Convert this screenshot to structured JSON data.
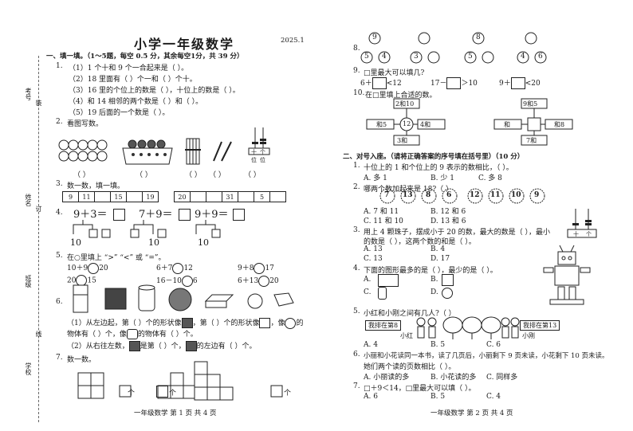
{
  "header": {
    "title": "小学一年级数学",
    "date": "2025.1"
  },
  "binding": {
    "kaohao": "考号",
    "xingming": "姓名",
    "banji": "班级",
    "xuexiao": "学校",
    "zhuang": "装",
    "ding": "订",
    "xian": "线"
  },
  "part1": {
    "heading": "一、填一填。（1～5题，每空 0.5 分，其余每空1分，共 39 分）",
    "q1": {
      "num": "1.",
      "items": [
        "（1）1 个十和 9 个一合起来是（        ）。",
        "（2）18 里面有（      ）个一和（      ）个十。",
        "（3）16 里的个位上的数是（      ），十位上的数是（      ）。",
        "（4）和 14 相邻的两个数是（      ）和（      ）。",
        "（5）19 后面的一个数是（      ）。"
      ]
    },
    "q2": {
      "num": "2.",
      "text": "看图写数。",
      "paren": "（     ）",
      "abacus": {
        "tens": "十",
        "ones": "个",
        "wei1": "位",
        "wei2": "位"
      }
    },
    "q3": {
      "num": "3.",
      "text": "数一数，填一填。",
      "cells": [
        "9",
        "11",
        "15",
        "19",
        "20",
        "31",
        "5"
      ]
    },
    "q4": {
      "num": "4.",
      "exprs": [
        "9＋3＝",
        "7＋9＝",
        "9＋9＝"
      ],
      "ten": "10"
    },
    "q5": {
      "num": "5.",
      "text": "在○里填上 “>” “<” 或 “=”。",
      "rows": [
        [
          "10＋9",
          "20",
          "6＋7",
          "12",
          "9＋8",
          "17"
        ],
        [
          "20",
          "15",
          "16－10",
          "6",
          "6＋13",
          "20"
        ]
      ]
    },
    "q6": {
      "num": "6.",
      "line1": [
        "（1）从左边起，第（      ）个的形状像",
        "，第（      ）个的形状像",
        "，像",
        "的"
      ],
      "line1b": [
        "物体有（      ）个，像",
        "的物体有（      ）个。"
      ],
      "line2": [
        "（2）从右往左数，",
        "是第（      ）个，",
        "的左边有（      ）个。"
      ]
    },
    "q7": {
      "num": "7.",
      "text": "数一数。",
      "unit": "个"
    },
    "footer": "一年级数学    第 1 页    共 4 页"
  },
  "right": {
    "q8": {
      "num": "8.",
      "nums": [
        "9",
        "5",
        "4",
        "3",
        "8",
        "5",
        "4",
        "6"
      ]
    },
    "q9": {
      "num": "9.",
      "text": "□里最大可以填几?",
      "items": [
        "6＋",
        "<12",
        "17－",
        "＞10",
        "9＋",
        "<20"
      ]
    },
    "q10": {
      "num": "10.",
      "text": "在□里填上合适的数。",
      "g1": {
        "top": "2和10",
        "center": "12",
        "left": "和5",
        "right": "4和",
        "bottom": "3和"
      },
      "g2": {
        "top": "9和5",
        "right": "和8",
        "left": "和",
        "bottom": "7和"
      }
    },
    "part2": {
      "heading": "二、对号入座。（请将正确答案的序号填在括号里）（10 分）",
      "q1": {
        "num": "1.",
        "text": "十位上的 1 和个位上的 9 表示的数相比，（        ）。",
        "opts": [
          "A. 多 1",
          "B. 少 1",
          "C. 多 8"
        ]
      },
      "q2": {
        "num": "2.",
        "text": "哪两个数加起来是 18?（        ）",
        "nums": [
          "7",
          "13",
          "8",
          "6",
          "12",
          "11",
          "10",
          "9"
        ],
        "opts": [
          "A. 7 和 11",
          "B. 12 和 6",
          "C. 11 和 10",
          "D. 13 和 6"
        ]
      },
      "q3": {
        "num": "3.",
        "text": "用上 4 颗珠子，摆成小于 20 的数，最大的数是（      ），最小",
        "text2": "的数是（      ），这两个数的和是（      ）。",
        "opts": [
          "A. 13",
          "B. 4",
          "C. 13",
          "D. 17"
        ],
        "abacus": {
          "tens": "十",
          "ones": "个"
        }
      },
      "q4": {
        "num": "4.",
        "text": "下面的图形最多的是（      ），最少的是（      ）。",
        "opts": [
          "A.",
          "B.",
          "C.",
          "D."
        ]
      },
      "q5": {
        "num": "5.",
        "text": "小红和小刚之间有几人?（        ）",
        "sign1": "我排在第8",
        "sign2": "我排在第13",
        "name1": "小红",
        "name2": "小刚",
        "opts": [
          "A. 4",
          "B. 5",
          "C. 6"
        ]
      },
      "q6": {
        "num": "6.",
        "text": "小丽和小花读同一本书，读了几页后，小丽剩下 9 页未读，小花剩下 10 页未读。",
        "text2": "她们两个读的页数相比（        ）。",
        "opts": [
          "A. 小丽读的多",
          "B. 小花读的多",
          "C. 同样多"
        ]
      },
      "q7": {
        "num": "7.",
        "text": "□＋9＜14，□里最大可以填（        ）。",
        "opts": [
          "A. 6",
          "B. 5",
          "C. 4"
        ]
      }
    },
    "footer": "一年级数学    第 2 页    共 4 页"
  }
}
